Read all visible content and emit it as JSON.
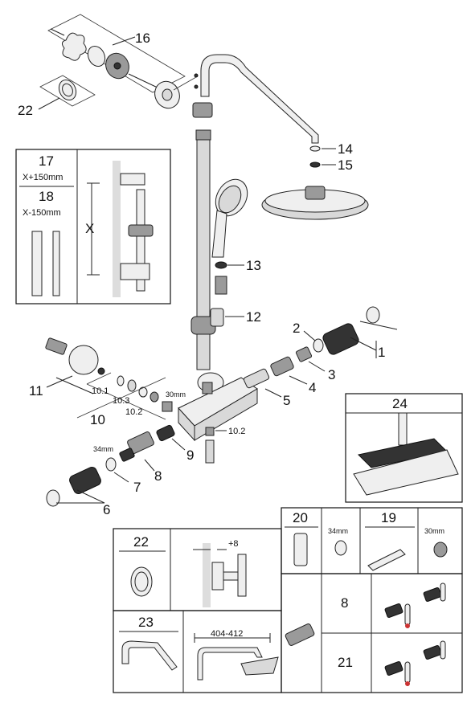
{
  "callouts": {
    "n1": "1",
    "n2": "2",
    "n3": "3",
    "n4": "4",
    "n5": "5",
    "n6": "6",
    "n7": "7",
    "n8": "8",
    "n9": "9",
    "n10": "10",
    "n10_1": "10.1",
    "n10_2a": "10.2",
    "n10_2b": "10.2",
    "n10_3": "10.3",
    "n11": "11",
    "n12": "12",
    "n13": "13",
    "n14": "14",
    "n15": "15",
    "n16": "16",
    "n22": "22"
  },
  "sizes": {
    "s30_main": "30mm",
    "s34_main": "34mm"
  },
  "inset_left": {
    "n17": "17",
    "x_plus": "X+150mm",
    "n18": "18",
    "x_minus": "X-150mm",
    "x_dim": "X"
  },
  "inset_24": {
    "n24": "24"
  },
  "table": {
    "n20": "20",
    "s34": "34mm",
    "n19": "19",
    "s30": "30mm",
    "n22": "22",
    "plus8": "+8",
    "n23": "23",
    "range": "404-412",
    "n8": "8",
    "n21": "21"
  },
  "colors": {
    "line": "#222222",
    "part_fill": "#d9d9d9",
    "dark_part": "#333333",
    "wall": "#dddddd"
  }
}
